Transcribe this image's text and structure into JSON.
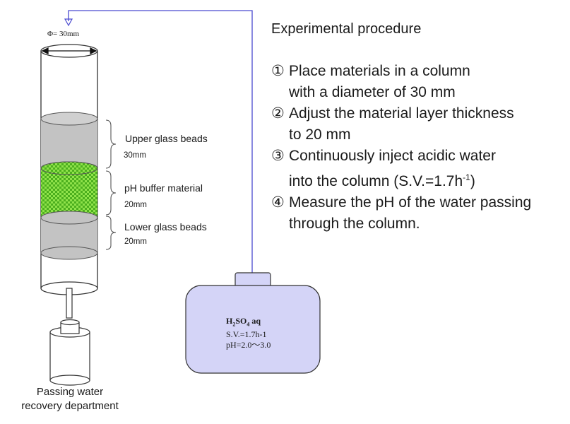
{
  "column": {
    "diameter_label": "Φ= 30mm",
    "layers": [
      {
        "name": "Upper glass beads",
        "thickness": "30mm"
      },
      {
        "name": "pH buffer material",
        "thickness": "20mm"
      },
      {
        "name": "Lower glass beads",
        "thickness": "20mm"
      }
    ]
  },
  "recovery_label": {
    "line1": "Passing water",
    "line2": "recovery department"
  },
  "tank": {
    "line1_main": "H",
    "line1_sub1": "2",
    "line1_mid": "SO",
    "line1_sub2": "4",
    "line1_end": " aq",
    "line2": "S.V.=1.7h-1",
    "line3": "pH=2.0～3.0"
  },
  "procedure": {
    "title": "Experimental procedure",
    "steps": [
      {
        "num": "①",
        "line1": "Place materials in a column",
        "line2": "with a diameter of 30 mm"
      },
      {
        "num": "②",
        "line1": "Adjust the material layer thickness",
        "line2": "to 20 mm"
      },
      {
        "num": "③",
        "line1": "Continuously inject acidic water",
        "line2_a": "into the column (S.V.=1.7h",
        "line2_sup": "-1",
        "line2_b": ")"
      },
      {
        "num": "④",
        "line1": "Measure the pH of the water passing",
        "line2": "through the column."
      }
    ]
  },
  "colors": {
    "pipe": "#4a4ad0",
    "tank_fill": "#d4d4f7",
    "glass_beads": "#c3c3c3",
    "buffer_green": "#6fd72a",
    "buffer_dark": "#4aa81a"
  }
}
